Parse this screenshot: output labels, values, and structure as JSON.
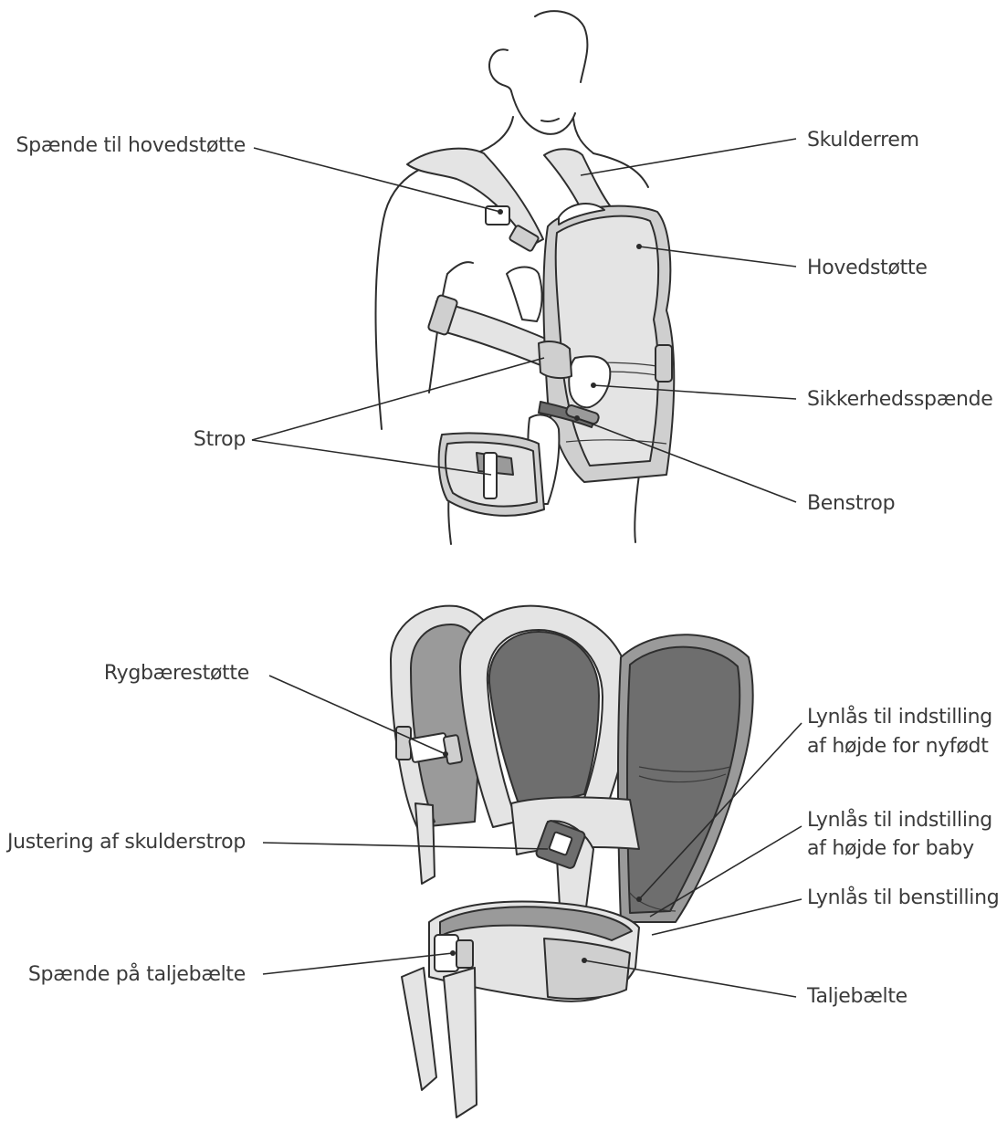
{
  "top_labels": {
    "head_support_buckle": "Spænde til hovedstøtte",
    "shoulder_strap": "Skulderrem",
    "head_support": "Hovedstøtte",
    "safety_buckle": "Sikkerhedsspænde",
    "strap": "Strop",
    "leg_strap": "Benstrop"
  },
  "bottom_labels": {
    "back_support": "Rygbærestøtte",
    "zip_newborn_line1": "Lynlås til indstilling",
    "zip_newborn_line2": "af højde for nyfødt",
    "zip_baby_line1": "Lynlås til indstilling",
    "zip_baby_line2": "af højde for baby",
    "zip_legs": "Lynlås til benstilling",
    "shoulder_strap_adjust": "Justering af skulderstrop",
    "waist_belt_buckle": "Spænde på taljebælte",
    "waist_belt": "Taljebælte"
  },
  "colors": {
    "line": "#2a2a2a",
    "text": "#3a3a3a",
    "fabric_light": "#e4e4e4",
    "fabric_mid": "#cfcfcf",
    "fabric_dark": "#6e6e6e"
  }
}
